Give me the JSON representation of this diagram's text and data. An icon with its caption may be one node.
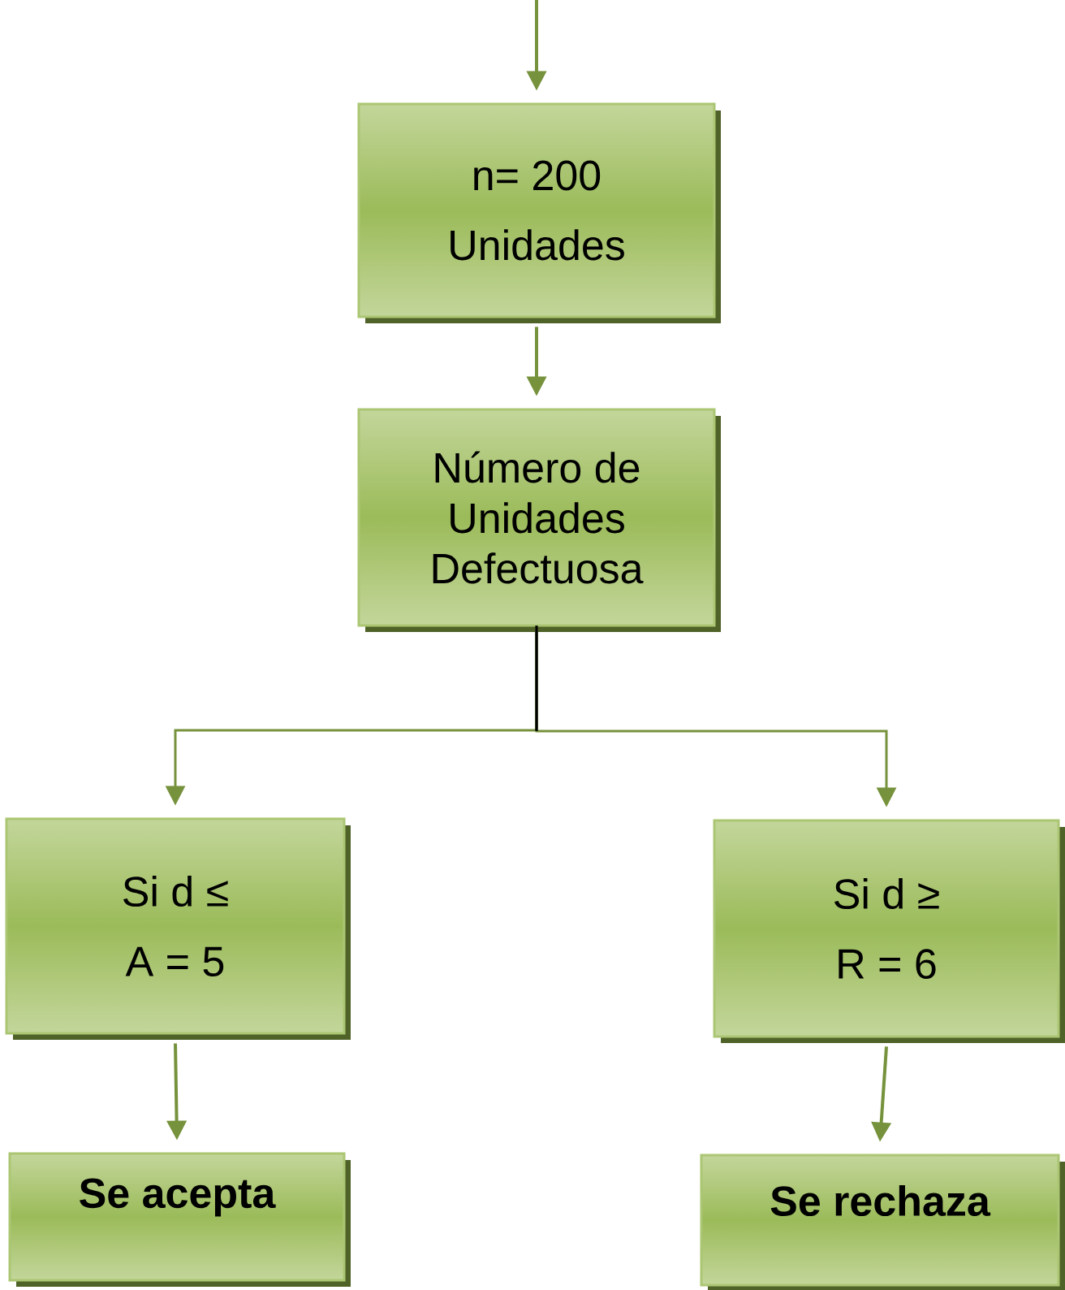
{
  "diagram": {
    "nodes": [
      {
        "text": [
          "n= 200",
          "Unidades"
        ]
      },
      {
        "text": [
          "Número de Unidades Defectuosa"
        ]
      },
      {
        "text": [
          "Si d ≤",
          "A = 5"
        ]
      },
      {
        "text": [
          "Si d ≥",
          "R = 6"
        ]
      },
      {
        "text": [
          "Se acepta"
        ]
      },
      {
        "text": [
          "Se rechaza"
        ]
      }
    ],
    "edges": [
      {
        "from": null,
        "to": 0,
        "arrow": "to"
      },
      {
        "from": 0,
        "to": 1,
        "arrow": "to"
      },
      {
        "from": 1,
        "to": 2,
        "arrow": "to"
      },
      {
        "from": 1,
        "to": 3,
        "arrow": "to"
      },
      {
        "from": 2,
        "to": 4,
        "arrow": "to"
      },
      {
        "from": 3,
        "to": 5,
        "arrow": "to"
      }
    ]
  }
}
